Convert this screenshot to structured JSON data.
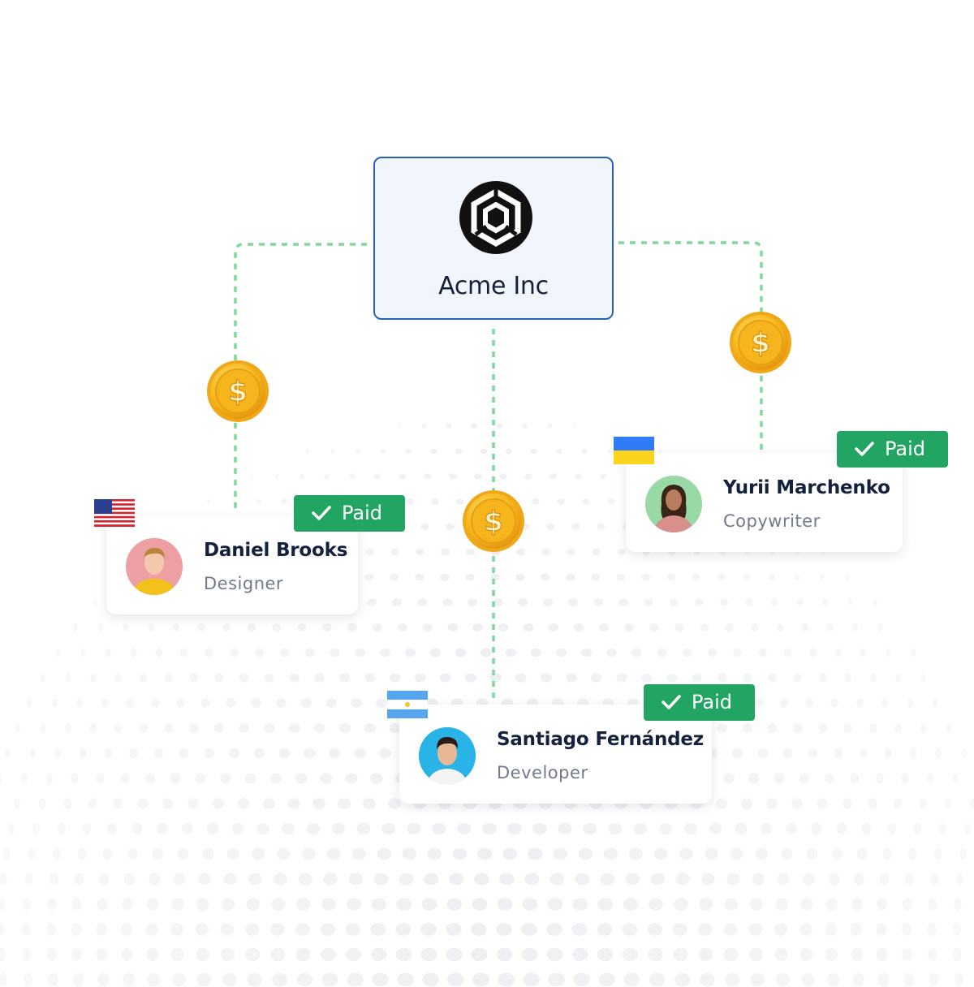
{
  "company": {
    "name": "Acme Inc",
    "logo_icon": "hexagon-logo-icon"
  },
  "payment_status_colors": {
    "paid": "#22a463",
    "connector": "#7fd99a",
    "company_border": "#2563b8"
  },
  "recipients": [
    {
      "name": "Daniel Brooks",
      "role": "Designer",
      "status": "Paid",
      "flag": "us-flag-icon"
    },
    {
      "name": "Santiago Fernández",
      "role": "Developer",
      "status": "Paid",
      "flag": "argentina-flag-icon"
    },
    {
      "name": "Yurii Marchenko",
      "role": "Copywriter",
      "status": "Paid",
      "flag": "ukraine-flag-icon"
    }
  ],
  "coin_icon": "dollar-coin-icon",
  "check_icon": "check-icon"
}
